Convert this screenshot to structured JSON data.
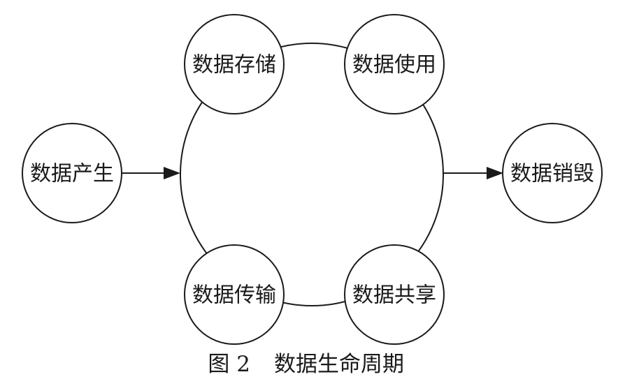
{
  "nodes": {
    "generate": "数据产生",
    "store": "数据存储",
    "use": "数据使用",
    "transfer": "数据传输",
    "share": "数据共享",
    "destroy": "数据销毁"
  },
  "caption": {
    "figure_number": "图 2",
    "title": "数据生命周期"
  },
  "colors": {
    "stroke": "#1a1a1a",
    "background": "#ffffff"
  }
}
